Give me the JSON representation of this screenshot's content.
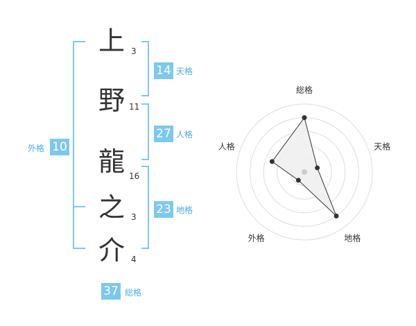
{
  "name": {
    "chars": [
      {
        "char": "上",
        "strokes": "3"
      },
      {
        "char": "野",
        "strokes": "11"
      },
      {
        "char": "龍",
        "strokes": "16"
      },
      {
        "char": "之",
        "strokes": "3"
      },
      {
        "char": "介",
        "strokes": "4"
      }
    ]
  },
  "fortunes": {
    "tenkaku": {
      "value": "14",
      "label": "天格"
    },
    "jinkaku": {
      "value": "27",
      "label": "人格"
    },
    "chikaku": {
      "value": "23",
      "label": "地格"
    },
    "gaikaku": {
      "value": "10",
      "label": "外格"
    },
    "soukaku": {
      "value": "37",
      "label": "総格"
    }
  },
  "colors": {
    "accent": "#7dc8ee",
    "accent_text": "#4aaee2",
    "radar_fill": "#f0f0f0",
    "radar_line": "#333333"
  },
  "chart_data": {
    "type": "radar",
    "axes": [
      "総格",
      "天格",
      "地格",
      "外格",
      "人格"
    ],
    "values": [
      4,
      1,
      4,
      0.75,
      2.5
    ],
    "rmax": 5,
    "rings": 5
  }
}
